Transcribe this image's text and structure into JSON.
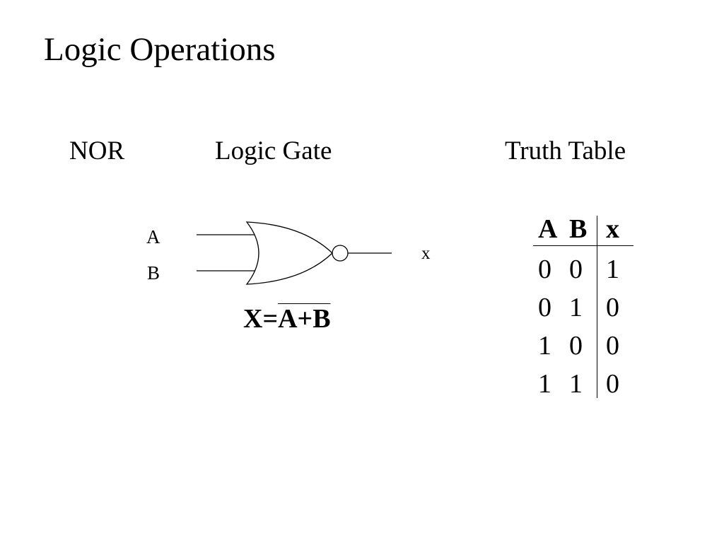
{
  "title": "Logic Operations",
  "headers": {
    "operation": "NOR",
    "gate": "Logic Gate",
    "truth": "Truth Table"
  },
  "gate": {
    "input_a": "A",
    "input_b": "B",
    "output": "x"
  },
  "equation": {
    "lhs": "X=",
    "rhs": "A+B"
  },
  "truth_table": {
    "headers": [
      "A",
      "B",
      "x"
    ],
    "rows": [
      [
        "0",
        "0",
        "1"
      ],
      [
        "0",
        "1",
        "0"
      ],
      [
        "1",
        "0",
        "0"
      ],
      [
        "1",
        "1",
        "0"
      ]
    ]
  }
}
